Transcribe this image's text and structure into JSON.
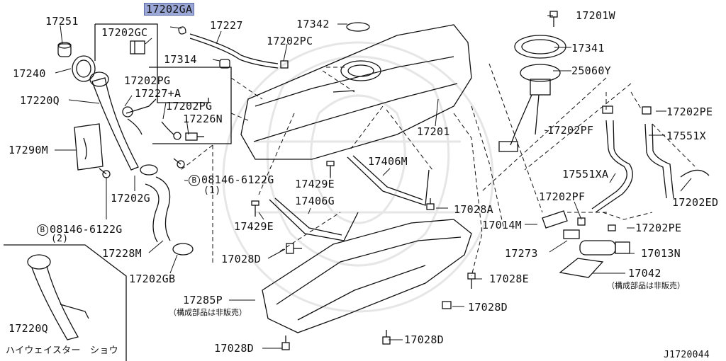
{
  "diagram": {
    "code": "J1720044",
    "note_not_sold": "（構成部品は非販売）",
    "variant_label": "ハイウェイスター　ショウ",
    "bolt_marker": "B",
    "colors": {
      "line": "#111111",
      "highlight": "#9aa7d6",
      "watermark": "#e6e6e6"
    },
    "parts": {
      "p17251": "17251",
      "p17202GA": "17202GA",
      "p17227": "17227",
      "p17342": "17342",
      "p17201W": "17201W",
      "p17202GC": "17202GC",
      "p17202PC": "17202PC",
      "p17341": "17341",
      "p17240": "17240",
      "p17314": "17314",
      "p25060Y": "25060Y",
      "p17202PG_a": "17202PG",
      "p17227A": "17227+A",
      "p17220Q_a": "17220Q",
      "p17202PG_b": "17202PG",
      "p17202PE_a": "17202PE",
      "p17226N": "17226N",
      "p17201": "17201",
      "p17202PF_a": "17202PF",
      "p17551X": "17551X",
      "p17290M": "17290M",
      "p17406M": "17406M",
      "p17551XA": "17551XA",
      "p08146_a": "08146-6122G",
      "p08146_a_qty": "(1)",
      "p17429E_a": "17429E",
      "p17202G": "17202G",
      "p17202PF_b": "17202PF",
      "p17202ED": "17202ED",
      "p17406G": "17406G",
      "p17028A": "17028A",
      "p08146_b": "08146-6122G",
      "p08146_b_qty": "(2)",
      "p17429E_b": "17429E",
      "p17014M": "17014M",
      "p17202PE_b": "17202PE",
      "p17228M": "17228M",
      "p17273": "17273",
      "p17013N": "17013N",
      "p17028D_a": "17028D",
      "p17202GB": "17202GB",
      "p17042": "17042",
      "p17028E": "17028E",
      "p17285P": "17285P",
      "p17028D_b": "17028D",
      "p17220Q_b": "17220Q",
      "p17028D_c": "17028D",
      "p17028D_d": "17028D"
    }
  }
}
